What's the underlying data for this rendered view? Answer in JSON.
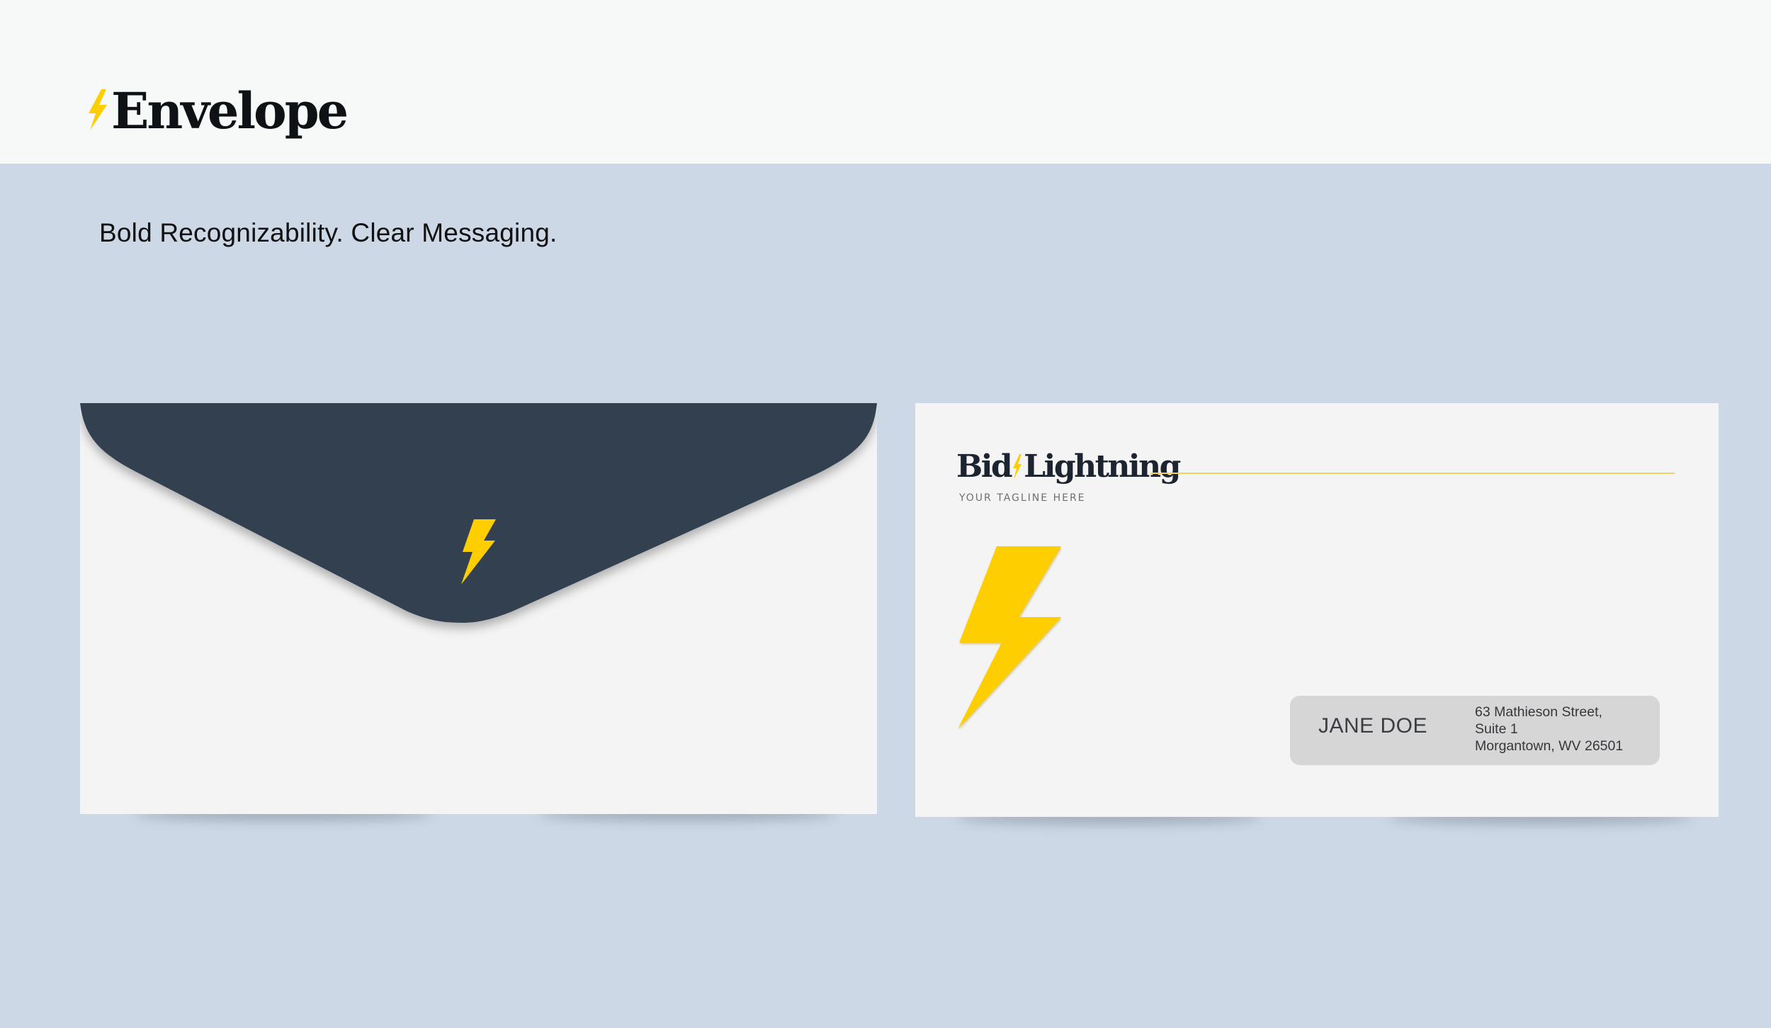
{
  "header": {
    "title": "Envelope",
    "title_icon": "lightning-bolt-icon"
  },
  "subtitle": "Bold Recognizability. Clear Messaging.",
  "colors": {
    "background": "#ccd8e6",
    "header_background": "#f7f9f9",
    "envelope_paper": "#f4f4f4",
    "flap_navy": "#323f50",
    "accent_yellow": "#ffce00",
    "address_window": "#d6d6d6"
  },
  "envelope_back": {
    "flap_icon": "lightning-bolt-icon"
  },
  "envelope_front": {
    "brand": {
      "name_part1": "Bid",
      "name_part2": "Lightning",
      "tagline": "YOUR TAGLINE HERE",
      "logo_icon": "lightning-bolt-icon"
    },
    "large_icon": "lightning-bolt-icon",
    "recipient": {
      "name": "JANE DOE",
      "address_line1": "63 Mathieson Street,",
      "address_line2": "Suite 1",
      "address_line3": "Morgantown, WV 26501"
    }
  }
}
